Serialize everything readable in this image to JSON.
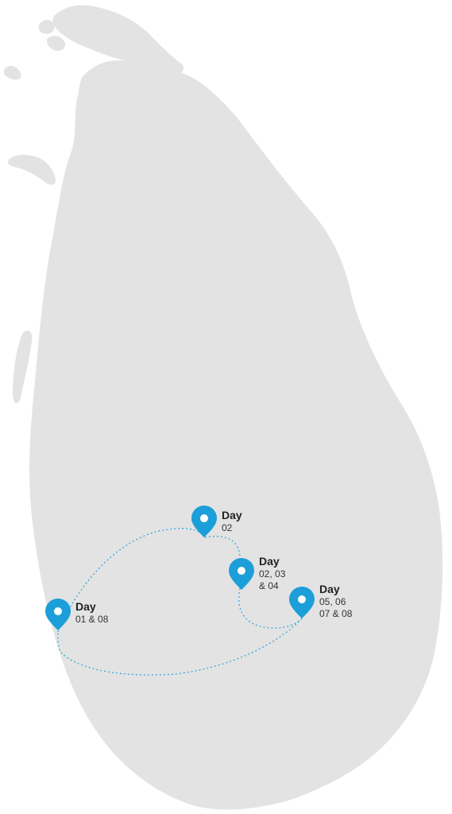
{
  "map": {
    "land_color": "#e3e3e3",
    "route_color": "#2aa3d9",
    "marker_color": "#1c9fd8"
  },
  "stops": [
    {
      "id": "colombo",
      "title": "Day",
      "days": "01 & 08"
    },
    {
      "id": "stop-2",
      "title": "Day",
      "days": "02"
    },
    {
      "id": "stop-3",
      "title": "Day",
      "days": "02, 03\n& 04"
    },
    {
      "id": "stop-4",
      "title": "Day",
      "days": "05, 06\n07 & 08"
    }
  ]
}
